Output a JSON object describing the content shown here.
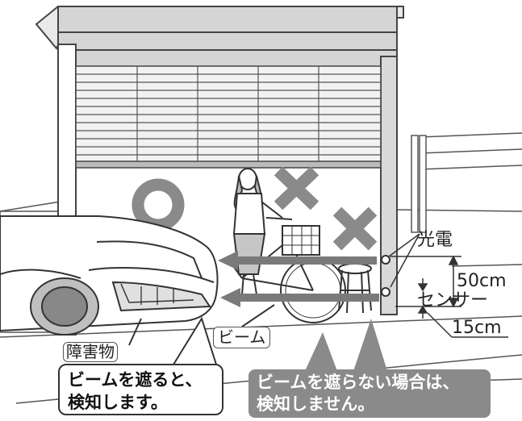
{
  "labels": {
    "sensor_line1": "光電",
    "sensor_line2": "センサー",
    "height_50": "50cm",
    "height_15": "15cm",
    "beam": "ビーム",
    "obstacle": "障害物"
  },
  "callouts": {
    "detect_line1": "ビームを遮ると、",
    "detect_line2": "検知します。",
    "nodetect_line1": "ビームを遮らない場合は、",
    "nodetect_line2": "検知しません。"
  },
  "colors": {
    "ok_mark": "#8a8a8a",
    "ng_mark": "#8a8a8a",
    "beam_arrow": "#7a7a7a",
    "callout_gray": "#8a8a8a"
  },
  "icons": {
    "ok_mark": "circle-icon",
    "ng_mark": "cross-icon"
  }
}
